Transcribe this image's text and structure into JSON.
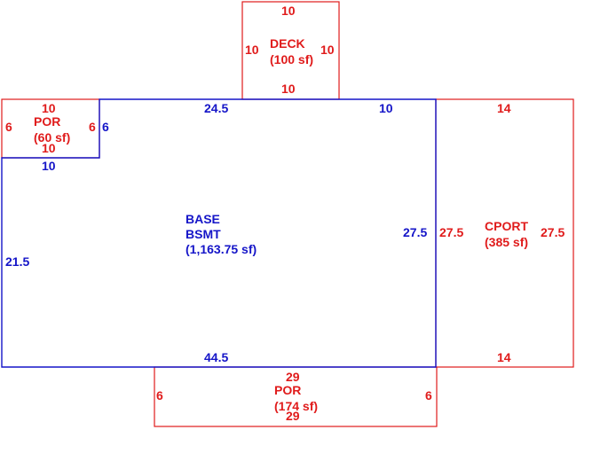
{
  "colors": {
    "main": "#1515c8",
    "attached": "#e01b1b",
    "background": "#ffffff"
  },
  "areas": {
    "deck": {
      "name": "DECK",
      "area": "(100 sf)",
      "top": "10",
      "bottom": "10",
      "left": "10",
      "right": "10"
    },
    "porch_top": {
      "name": "POR",
      "area": "(60 sf)",
      "top": "10",
      "bottom": "10",
      "left": "6",
      "right": "6"
    },
    "base": {
      "name": "BASE",
      "level": "BSMT",
      "area": "(1,163.75 sf)",
      "top_left": "24.5",
      "top_right": "10",
      "porch_notch_side": "6",
      "porch_notch_bottom": "10",
      "left": "21.5",
      "right": "27.5",
      "bottom": "44.5"
    },
    "carport": {
      "name": "CPORT",
      "area": "(385 sf)",
      "top": "14",
      "bottom": "14",
      "left": "27.5",
      "right": "27.5"
    },
    "porch_bottom": {
      "name": "POR",
      "area": "(174 sf)",
      "top": "29",
      "bottom": "29",
      "left": "6",
      "right": "6"
    }
  }
}
